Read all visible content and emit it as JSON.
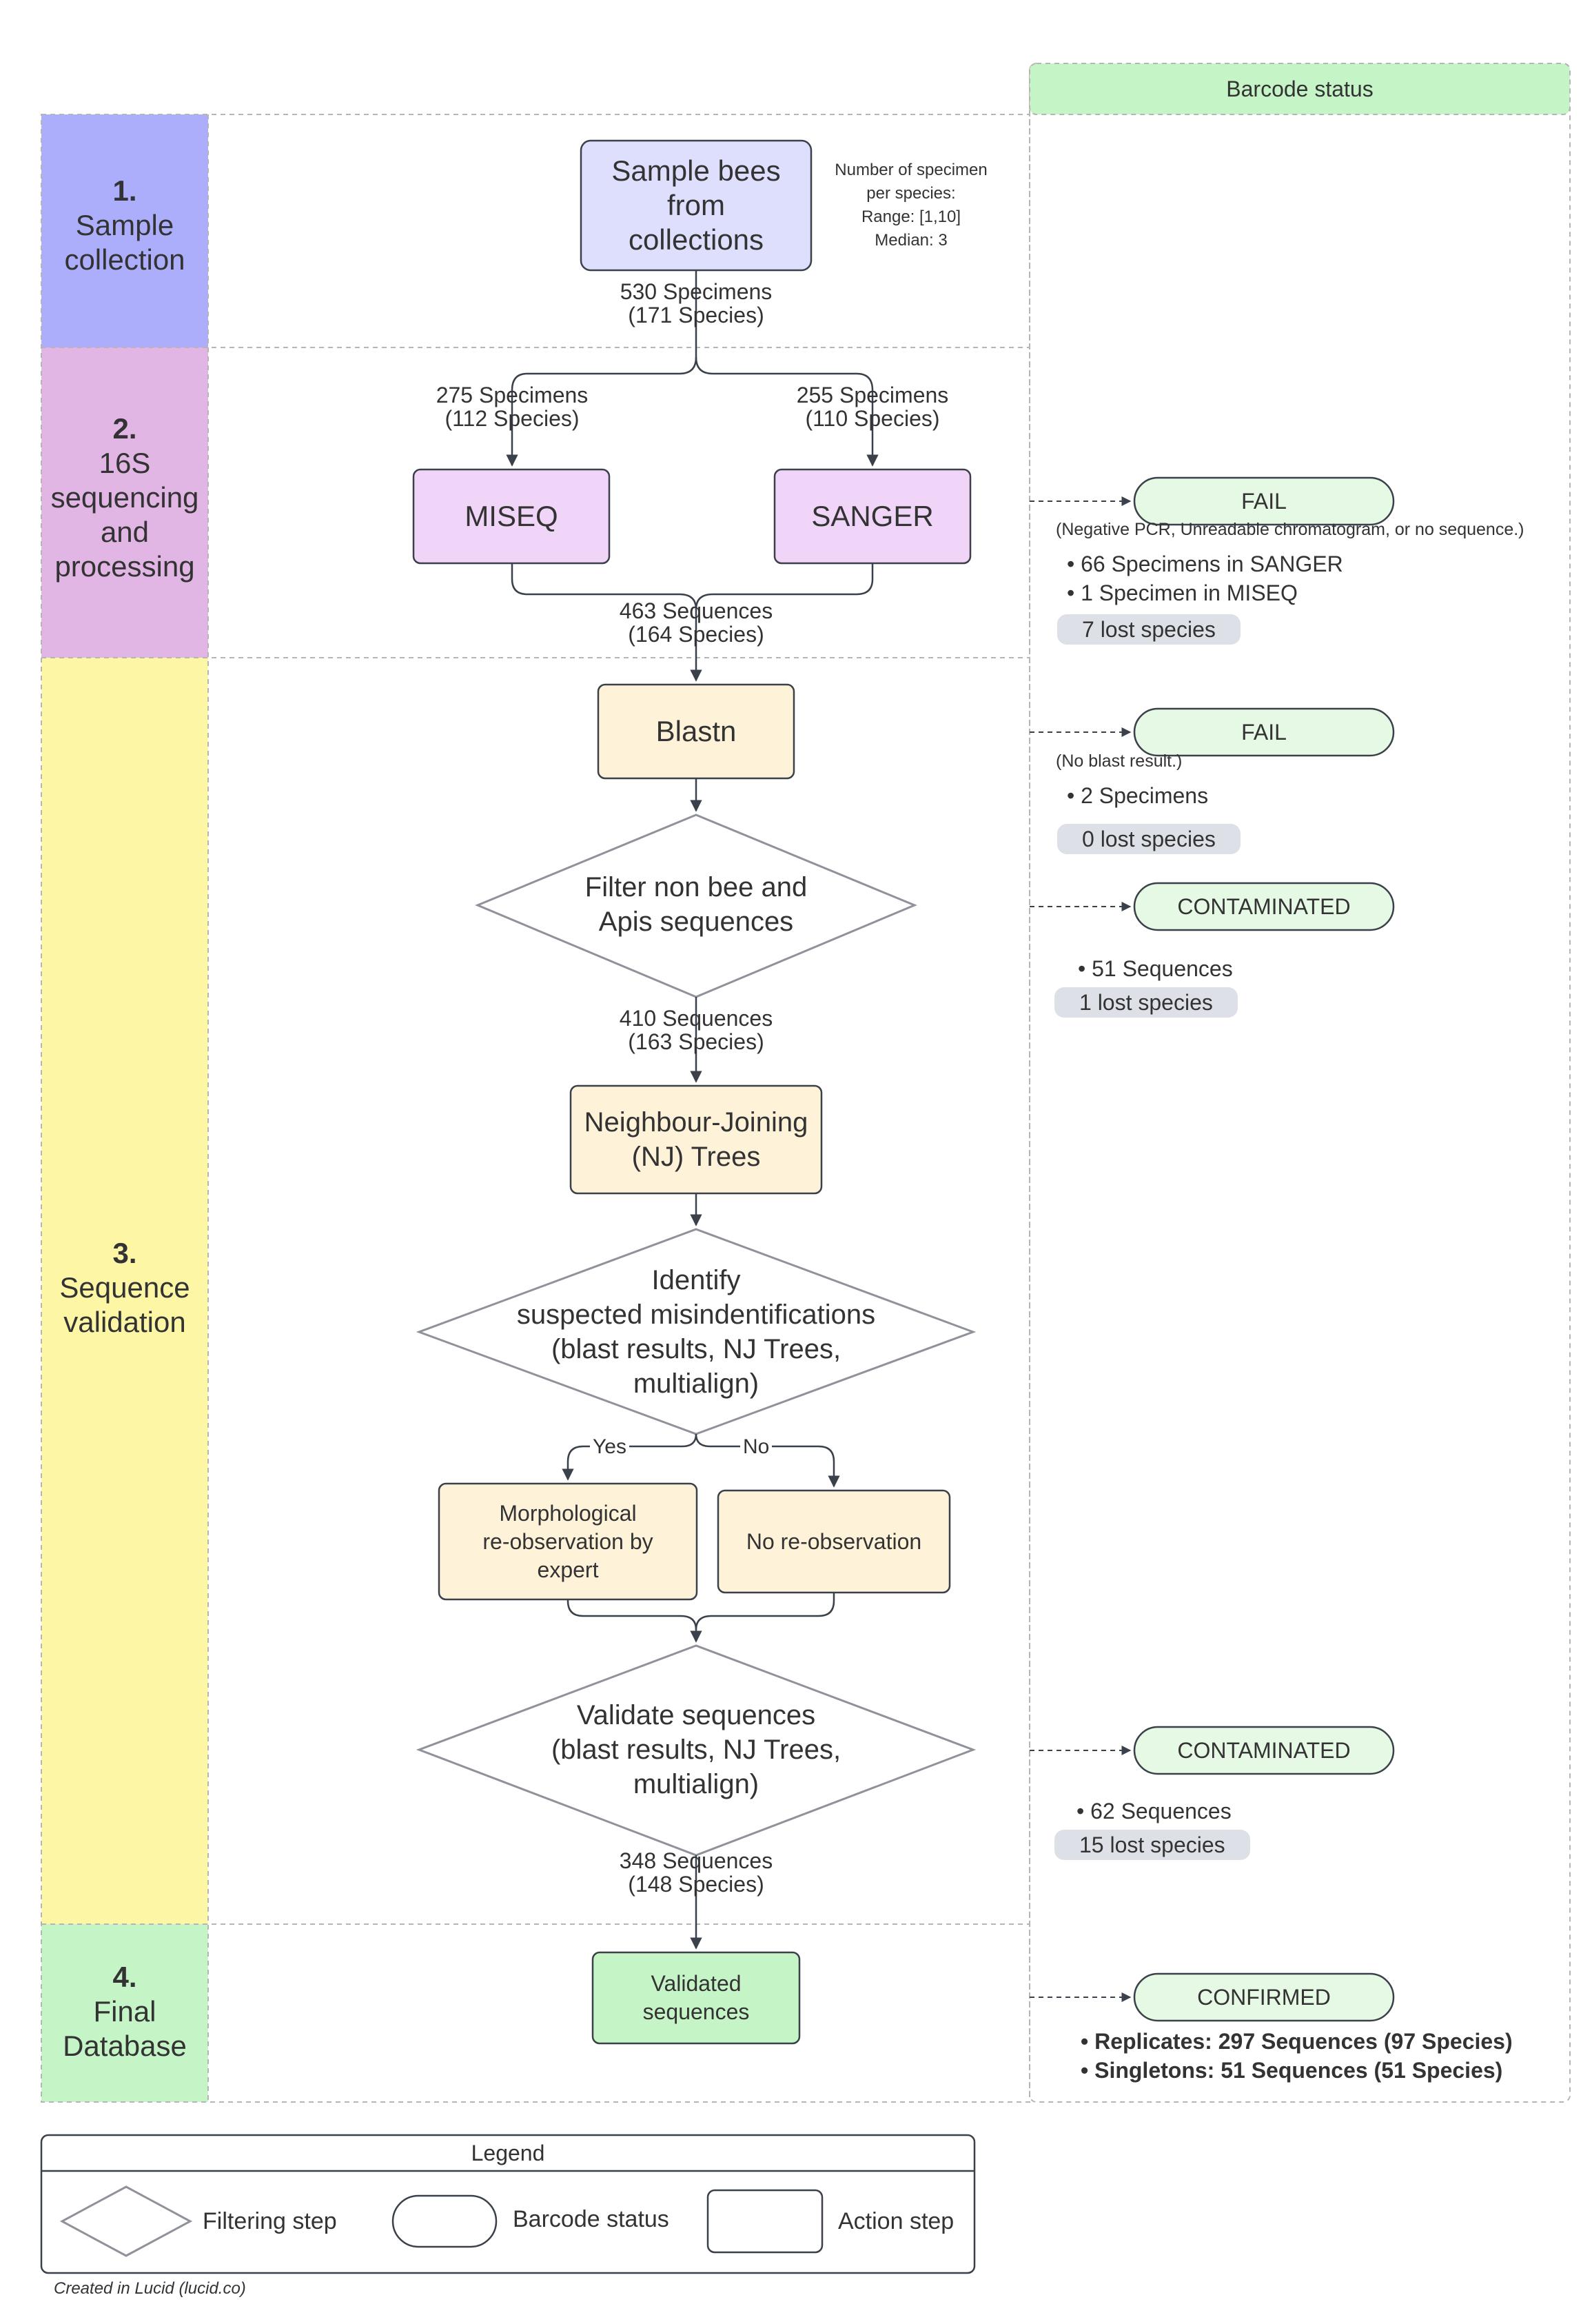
{
  "header": {
    "barcode_status": "Barcode status"
  },
  "stages": [
    {
      "number": "1.",
      "name": "Sample\ncollection",
      "color": "#adaefb"
    },
    {
      "number": "2.",
      "name": "16S\nsequencing\nand\nprocessing",
      "color": "#e1b6e5"
    },
    {
      "number": "3.",
      "name": "Sequence\nvalidation",
      "color": "#fdf6a5"
    },
    {
      "number": "4.",
      "name": "Final\nDatabase",
      "color": "#c5f5c6"
    }
  ],
  "nodes": {
    "sample_bees": "Sample bees\nfrom\ncollections",
    "miseq": "MISEQ",
    "sanger": "SANGER",
    "blastn": "Blastn",
    "filter": "Filter non bee and\nApis sequences",
    "nj_trees": "Neighbour-Joining\n(NJ) Trees",
    "identify": "Identify\nsuspected misindentifications\n(blast results, NJ Trees,\nmultialign)",
    "morphological": "Morphological\nre-observation by\nexpert",
    "no_reobservation": "No re-observation",
    "validate": "Validate sequences\n(blast results, NJ Trees,\nmultialign)",
    "validated": "Validated\nsequences"
  },
  "side_info": {
    "specimen_stats": "Number of specimen\nper species:\nRange: [1,10]\nMedian: 3"
  },
  "counts": {
    "c530": "530 Specimens\n(171 Species)",
    "c275": "275 Specimens\n(112 Species)",
    "c255": "255 Specimens\n(110 Species)",
    "c463": "463 Sequences\n(164 Species)",
    "c410": "410 Sequences\n(163 Species)",
    "c348": "348 Sequences\n(148 Species)"
  },
  "edge_labels": {
    "yes": "Yes",
    "no": "No"
  },
  "statuses": {
    "fail1": {
      "label": "FAIL",
      "note": "(Negative PCR, Unreadable chromatogram, or no sequence.)",
      "bullets": [
        "66 Specimens in SANGER",
        "1 Specimen in MISEQ"
      ],
      "lost": "7 lost species"
    },
    "fail2": {
      "label": "FAIL",
      "note": "(No blast result.)",
      "bullets": [
        "2 Specimens"
      ],
      "lost": "0 lost species"
    },
    "contaminated1": {
      "label": "CONTAMINATED",
      "bullets": [
        "51 Sequences"
      ],
      "lost": "1 lost species"
    },
    "contaminated2": {
      "label": "CONTAMINATED",
      "bullets": [
        "62 Sequences"
      ],
      "lost": "15 lost species"
    },
    "confirmed": {
      "label": "CONFIRMED",
      "bullets": [
        "Replicates: 297 Sequences (97 Species)",
        "Singletons: 51 Sequences (51 Species)"
      ]
    }
  },
  "legend": {
    "title": "Legend",
    "filtering": "Filtering step",
    "barcode": "Barcode status",
    "action": "Action step"
  },
  "footer": {
    "credit": "Created in Lucid (lucid.co)"
  },
  "colors": {
    "stage1": "#adaefb",
    "stage2": "#e1b6e5",
    "stage3": "#fdf6a5",
    "stage4": "#c5f5c6",
    "sample_fill": "#dedefd",
    "seq_fill": "#f0d5f9",
    "validation_fill": "#fef2d9",
    "final_fill": "#c5f5c6",
    "status_fill": "#e6f9e5",
    "lost_fill": "#dde0e6",
    "line": "#3a414a"
  }
}
